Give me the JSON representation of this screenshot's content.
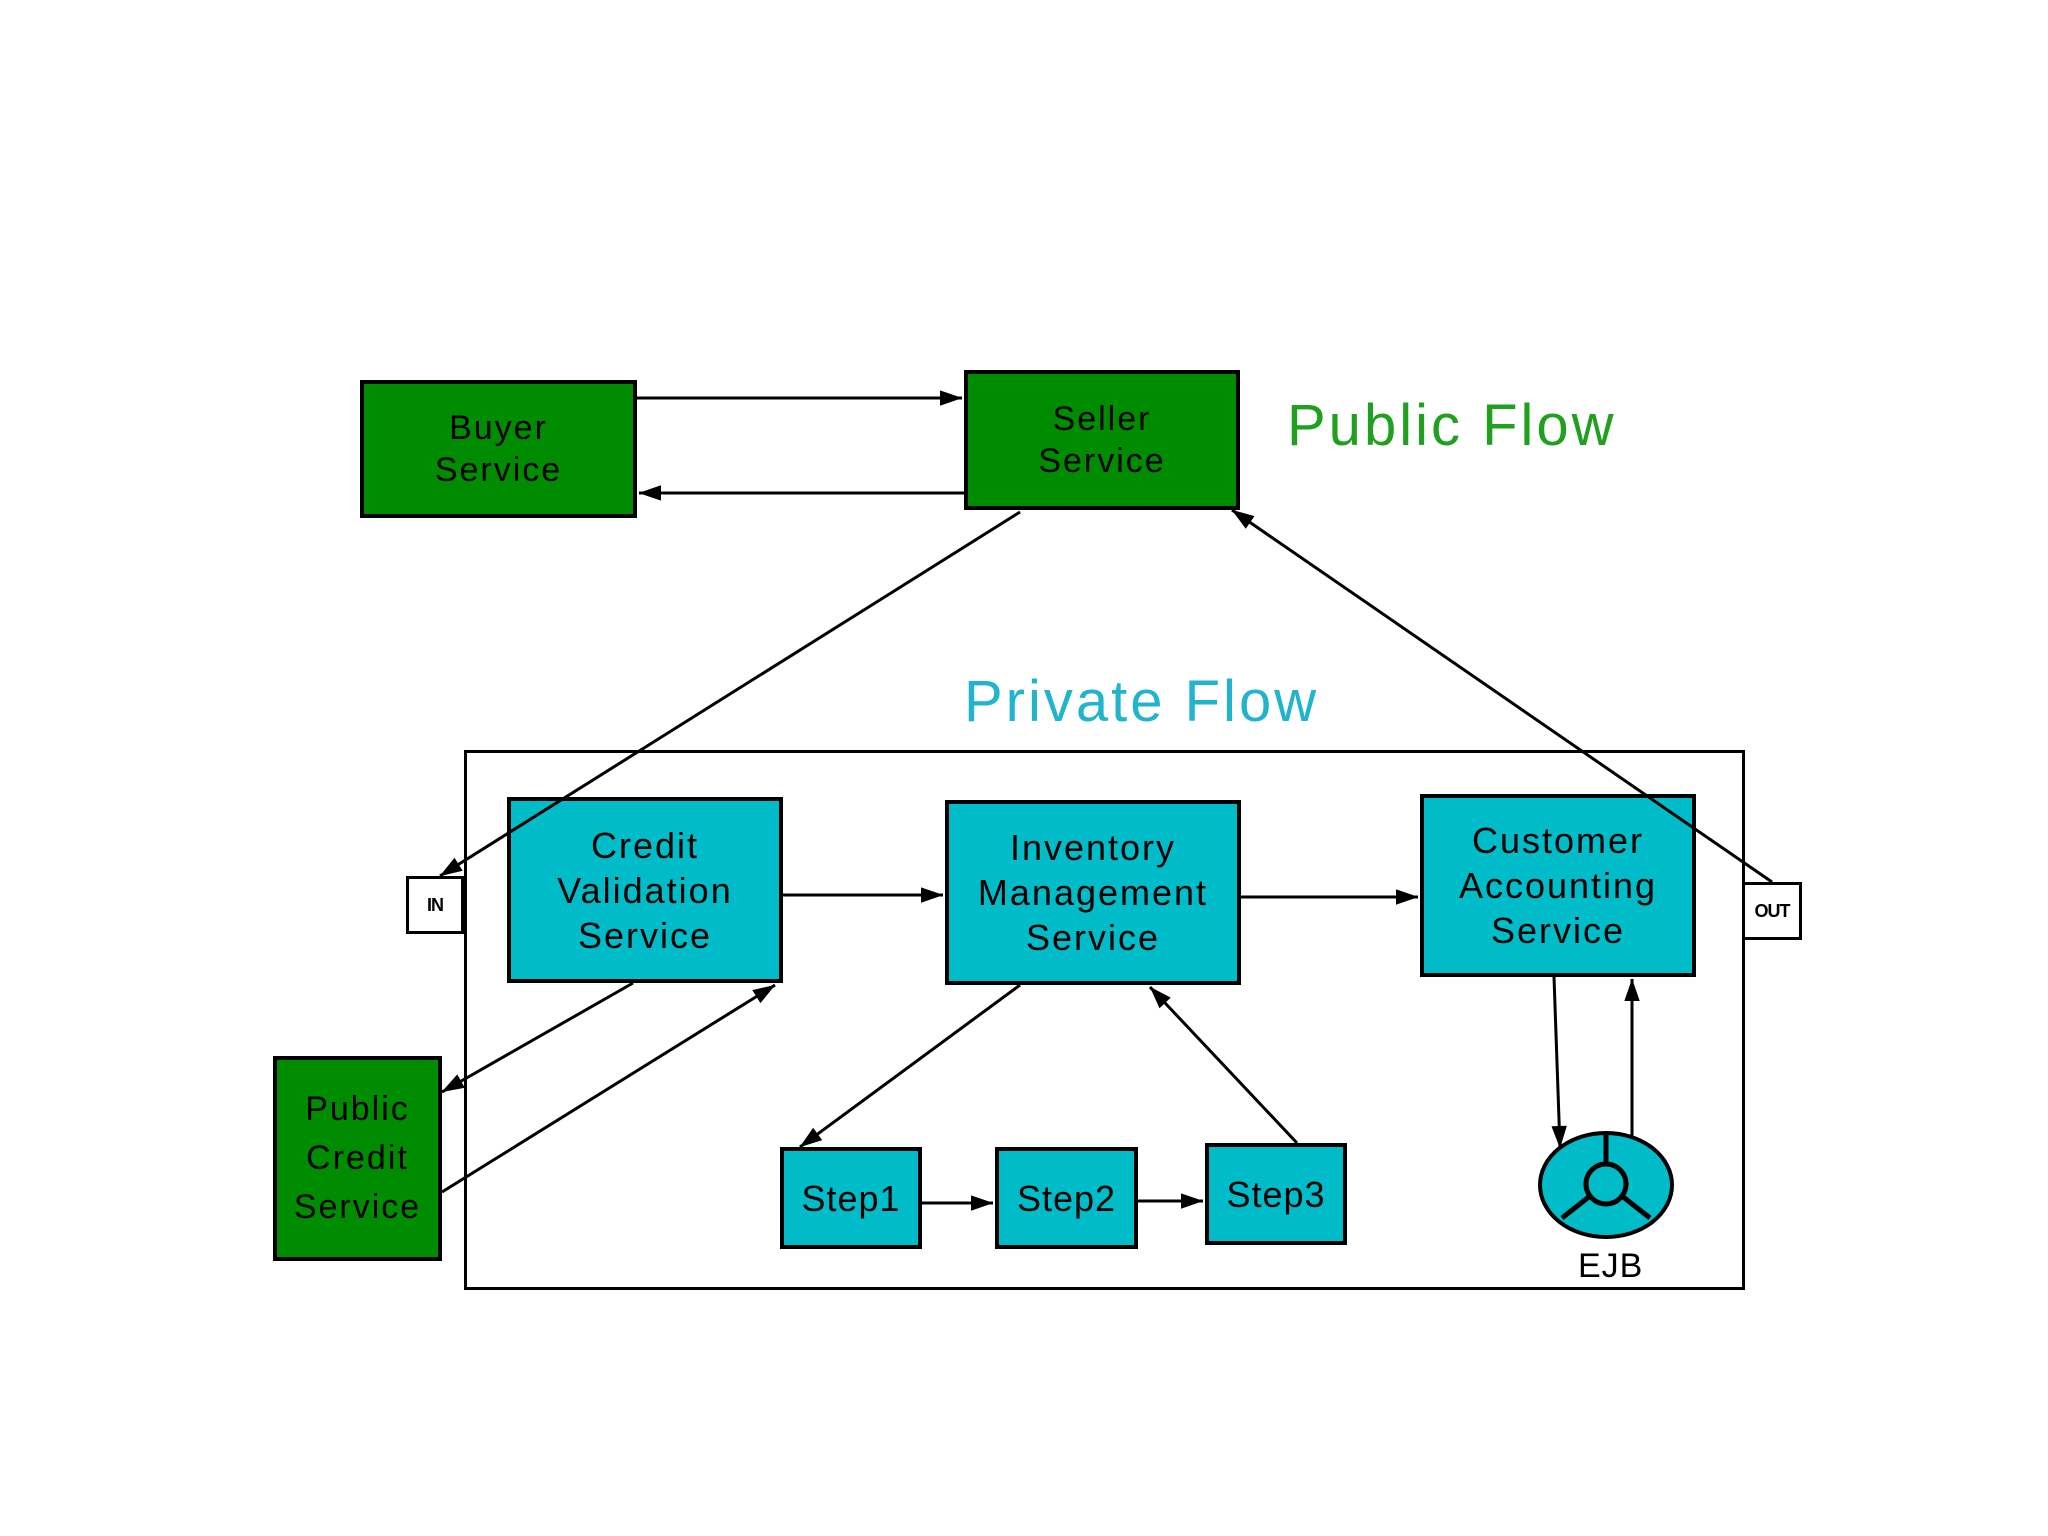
{
  "colors": {
    "public_green": "#008c00",
    "public_heading": "#1fa01f",
    "private_cyan": "#00bcc8",
    "private_heading": "#22b4cc",
    "stroke": "#000000"
  },
  "headings": {
    "public_flow": "Public Flow",
    "private_flow": "Private Flow"
  },
  "nodes": {
    "buyer_service": [
      "Buyer",
      "Service"
    ],
    "seller_service": [
      "Seller",
      "Service"
    ],
    "credit_validation_service": [
      "Credit",
      "Validation",
      "Service"
    ],
    "inventory_management_service": [
      "Inventory",
      "Management",
      "Service"
    ],
    "customer_accounting_service": [
      "Customer",
      "Accounting",
      "Service"
    ],
    "public_credit_service": [
      "Public",
      "Credit",
      "Service"
    ],
    "step1": "Step1",
    "step2": "Step2",
    "step3": "Step3"
  },
  "ports": {
    "in": "IN",
    "out": "OUT"
  },
  "ejb": {
    "label": "EJB",
    "icon": "ejb-component-icon"
  }
}
